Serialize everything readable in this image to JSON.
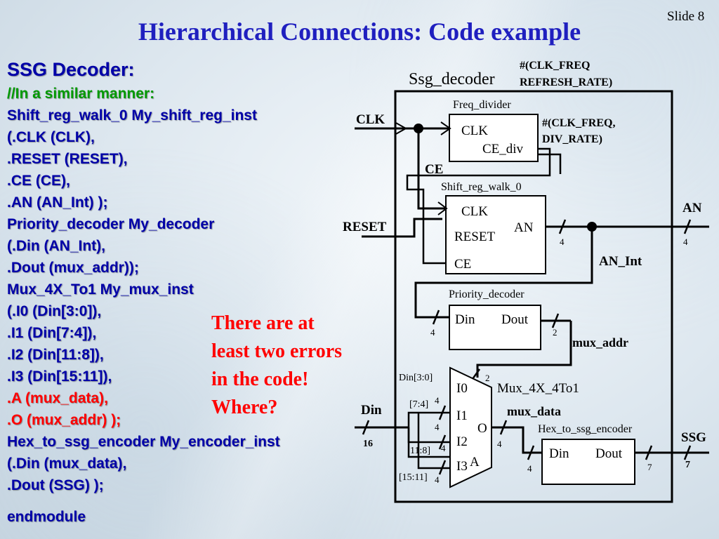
{
  "slide_number": "Slide 8",
  "title": "Hierarchical Connections: Code example",
  "code": {
    "lines": [
      {
        "text": "SSG Decoder:",
        "style": "heading"
      },
      {
        "text": "//In a similar manner:",
        "style": "comment"
      },
      {
        "text": "Shift_reg_walk_0 My_shift_reg_inst",
        "style": "normal"
      },
      {
        "text": "(.CLK (CLK),",
        "style": "normal"
      },
      {
        "text": ".RESET (RESET),",
        "style": "normal"
      },
      {
        "text": ".CE (CE),",
        "style": "normal"
      },
      {
        "text": ".AN (AN_Int) );",
        "style": "normal"
      },
      {
        "text": "Priority_decoder My_decoder",
        "style": "normal"
      },
      {
        "text": "(.Din (AN_Int),",
        "style": "normal"
      },
      {
        "text": ".Dout (mux_addr));",
        "style": "normal"
      },
      {
        "text": "Mux_4X_To1 My_mux_inst",
        "style": "normal"
      },
      {
        "text": "(.I0 (Din[3:0]),",
        "style": "normal"
      },
      {
        "text": ".I1 (Din[7:4]),",
        "style": "normal"
      },
      {
        "text": ".I2 (Din[11:8]),",
        "style": "normal"
      },
      {
        "text": ".I3 (Din[15:11]),",
        "style": "normal"
      },
      {
        "text": ".A (mux_data),",
        "style": "red"
      },
      {
        "text": ".O (mux_addr) );",
        "style": "red"
      },
      {
        "text": "Hex_to_ssg_encoder My_encoder_inst",
        "style": "normal"
      },
      {
        "text": "(.Din (mux_data),",
        "style": "normal"
      },
      {
        "text": ".Dout (SSG) );",
        "style": "normal"
      },
      {
        "text": "",
        "style": "gap"
      },
      {
        "text": "endmodule",
        "style": "normal"
      }
    ]
  },
  "callout": {
    "lines": [
      "There are at",
      "least two errors",
      "in the code!",
      "Where?"
    ],
    "color": "#ff0000"
  },
  "diagram": {
    "top_module": "Ssg_decoder",
    "top_params": [
      "#(CLK_FREQ",
      "REFRESH_RATE)"
    ],
    "freq_divider": {
      "name": "Freq_divider",
      "params": [
        "#(CLK_FREQ,",
        "DIV_RATE)"
      ],
      "ports": [
        "CLK",
        "CE_div"
      ]
    },
    "shift_reg": {
      "name": "Shift_reg_walk_0",
      "ports": [
        "CLK",
        "RESET",
        "CE",
        "AN"
      ]
    },
    "priority_decoder": {
      "name": "Priority_decoder",
      "ports": [
        "Din",
        "Dout"
      ]
    },
    "mux": {
      "name": "Mux_4X_4To1",
      "ports": [
        "I0",
        "I1",
        "I2",
        "I3",
        "O",
        "A"
      ]
    },
    "encoder": {
      "name": "Hex_to_ssg_encoder",
      "ports": [
        "Din",
        "Dout"
      ]
    },
    "signals": {
      "clk": "CLK",
      "ce": "CE",
      "reset": "RESET",
      "an": "AN",
      "an_int": "AN_Int",
      "mux_addr": "mux_addr",
      "mux_data": "mux_data",
      "din": "Din",
      "ssg": "SSG",
      "din_3_0": "Din[3:0]",
      "din_7_4": "[7:4]",
      "din_11_8": "11:8]",
      "din_15_11": "[15:11]"
    },
    "widths": {
      "an_in": "4",
      "an_out": "4",
      "pd_in": "4",
      "pd_out": "2",
      "mux_a": "2",
      "i0": "4",
      "i1": "4",
      "i2": "4",
      "i3": "4",
      "mux_o": "4",
      "enc_in": "4",
      "enc_out": "7",
      "ssg": "7",
      "din": "16"
    }
  }
}
